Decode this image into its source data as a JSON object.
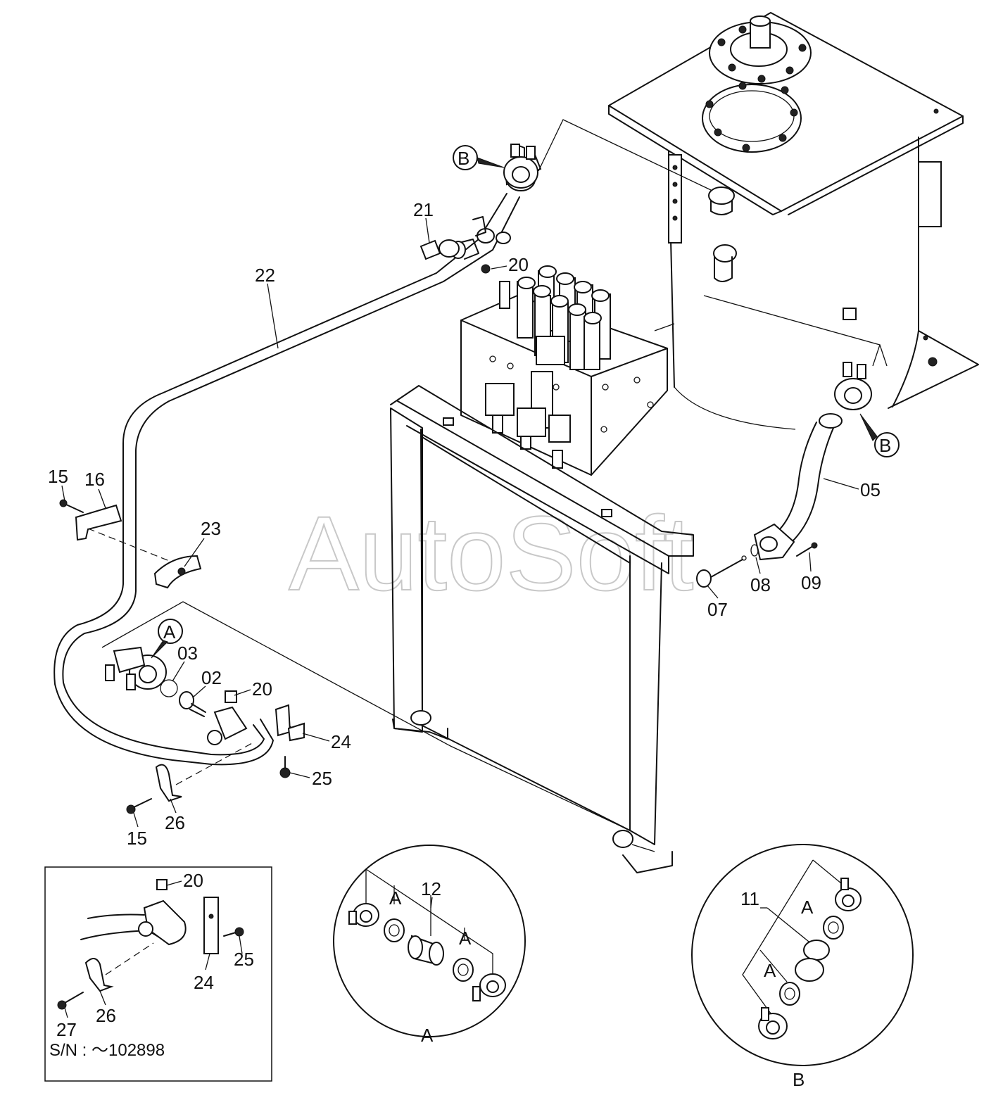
{
  "watermark": "AutoSoft",
  "serial_note": "S/N : ～102898",
  "view_markers": {
    "a": "A",
    "b": "B"
  },
  "callouts": {
    "p02": "02",
    "p03": "03",
    "p05": "05",
    "p07": "07",
    "p08": "08",
    "p09": "09",
    "p11": "11",
    "p12": "12",
    "p15": "15",
    "p16": "16",
    "p20": "20",
    "p21": "21",
    "p22": "22",
    "p23": "23",
    "p24": "24",
    "p25": "25",
    "p26": "26",
    "p27": "27"
  }
}
